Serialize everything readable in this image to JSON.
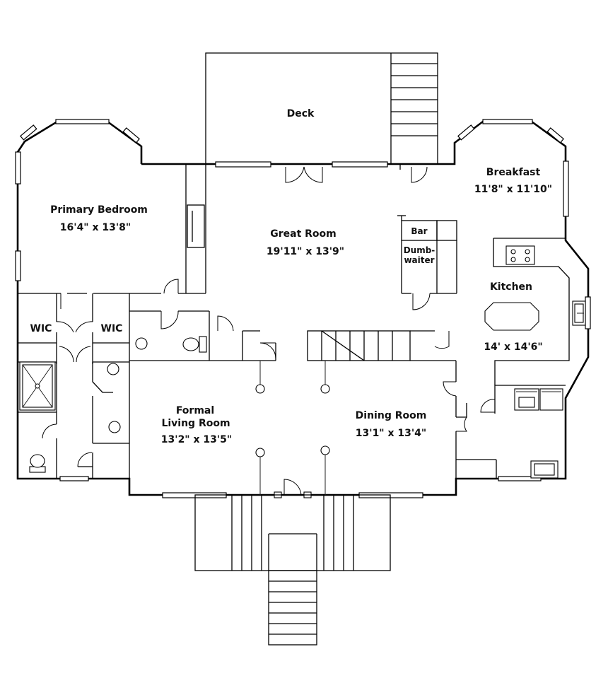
{
  "rooms": {
    "deck": {
      "name": "Deck"
    },
    "breakfast": {
      "name": "Breakfast",
      "size": "11'8\" x 11'10\""
    },
    "primary_bedroom": {
      "name": "Primary Bedroom",
      "size": "16'4\" x 13'8\""
    },
    "great_room": {
      "name": "Great Room",
      "size": "19'11\" x 13'9\""
    },
    "bar": {
      "name": "Bar"
    },
    "dumbwaiter": {
      "name_line1": "Dumb-",
      "name_line2": "waiter"
    },
    "kitchen": {
      "name": "Kitchen",
      "size": "14' x 14'6\""
    },
    "wic_left": {
      "name": "WIC"
    },
    "wic_right": {
      "name": "WIC"
    },
    "formal_living": {
      "name_line1": "Formal",
      "name_line2": "Living Room",
      "size": "13'2\" x 13'5\""
    },
    "dining_room": {
      "name": "Dining Room",
      "size": "13'1\" x 13'4\""
    }
  }
}
